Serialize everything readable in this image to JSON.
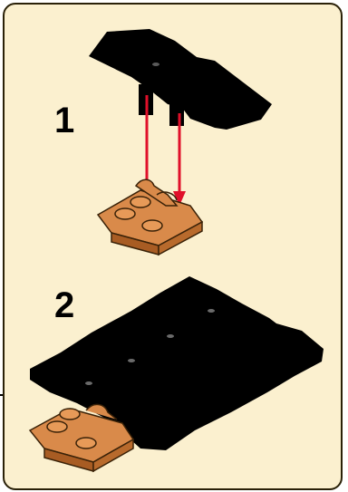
{
  "steps": [
    {
      "number": "1"
    },
    {
      "number": "2"
    }
  ],
  "colors": {
    "background": "#fbf0cf",
    "frame_border": "#2a2108",
    "black_part": "#000000",
    "tan_part": "#d98a4a",
    "tan_part_dark": "#a85c23",
    "arrow": "#e0102a"
  },
  "icons": {
    "step1_plate": "black-plate-with-clips",
    "step1_base": "tan-hinge-plate-2x2",
    "step1_arrows": "downward-arrows",
    "step2_assembly": "black-plate-attached-to-tan-hinge-plate"
  }
}
